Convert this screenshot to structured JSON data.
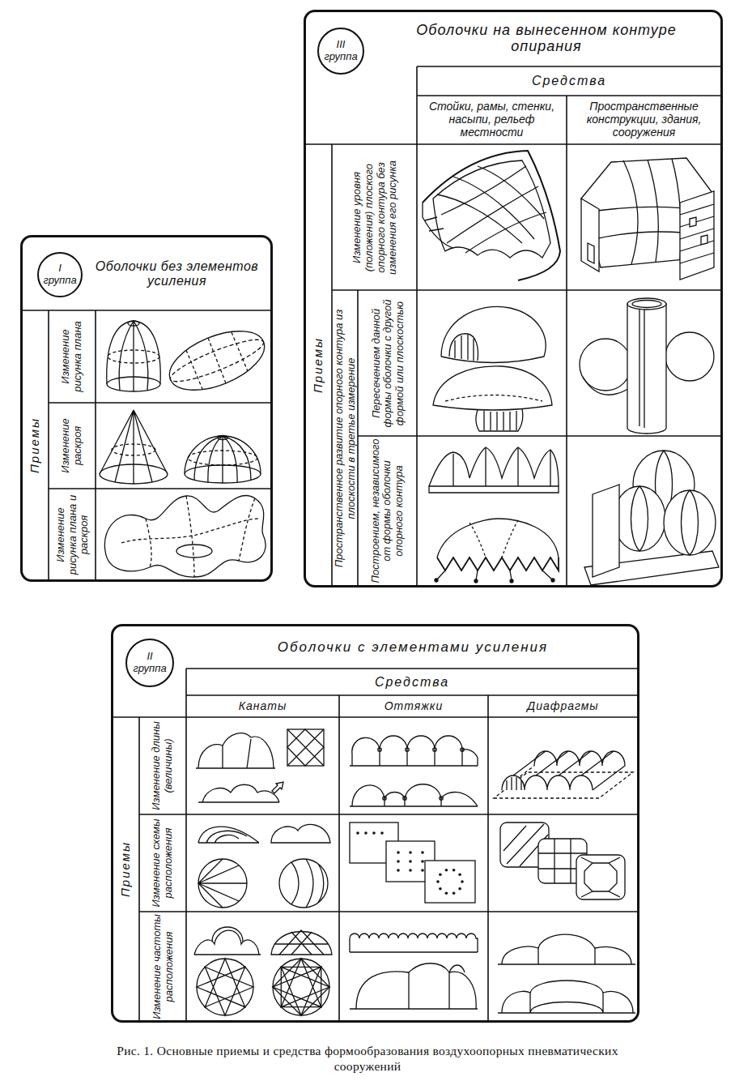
{
  "diagram": {
    "caption": "Рис. 1. Основные приемы и средства формообразования воздухоопорных пневматических сооружений",
    "nodes": [
      {
        "text": [
          "Оболочки на вынесенном контуре опирания",
          "Средства",
          "Стойки, рамы, стенки, насыпи, рельеф местности",
          "Пространственные конструкции, здания, сооружения",
          "Приемы",
          "Изменение уровня (положения) плоского опорного контура без изменения его рисунка",
          "Пространственное развитие опорного контура из плоскости в третье измерение",
          "Пересечением данной формы оболочки с другой формой или плоскостью",
          "Построением, независимого от формы оболочки опорного контура"
        ]
      },
      {
        "text": [
          "III группа"
        ],
        "in": 0
      },
      {
        "text": [
          "Оболочки без элементов усиления",
          "Приемы",
          "Изменение рисунка плана",
          "Изменение раскроя",
          "Изменение рисунка плана и раскроя"
        ]
      },
      {
        "text": [
          "I группа"
        ],
        "in": 2
      },
      {
        "text": [
          "Оболочки с элементами усиления",
          "Средства",
          "Канаты",
          "Оттяжки",
          "Диафрагмы",
          "Приемы",
          "Изменение длины (величины)",
          "Изменение схемы расположения",
          "Изменение частоты расположения"
        ]
      },
      {
        "text": [
          "II группа"
        ],
        "in": 4
      }
    ]
  }
}
